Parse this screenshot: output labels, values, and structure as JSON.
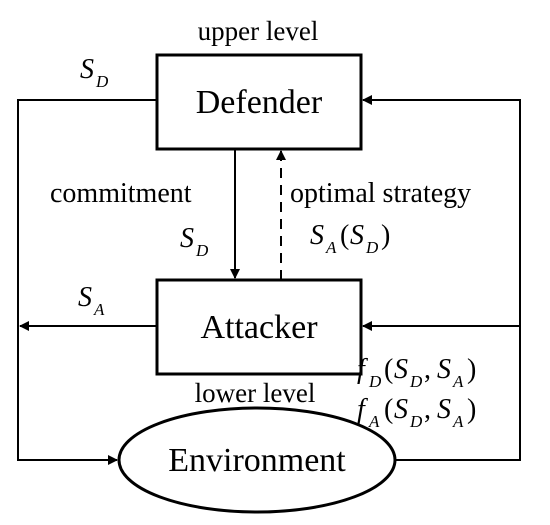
{
  "nodes": {
    "defender": "Defender",
    "attacker": "Attacker",
    "environment": "Environment"
  },
  "levels": {
    "upper": "upper level",
    "lower": "lower level"
  },
  "edges": {
    "commitment": "commitment",
    "optimal_strategy": "optimal strategy"
  },
  "symbols": {
    "S": "S",
    "f": "f",
    "sub_D": "D",
    "sub_A": "A",
    "lparen": "(",
    "rparen": ")",
    "comma": ","
  }
}
